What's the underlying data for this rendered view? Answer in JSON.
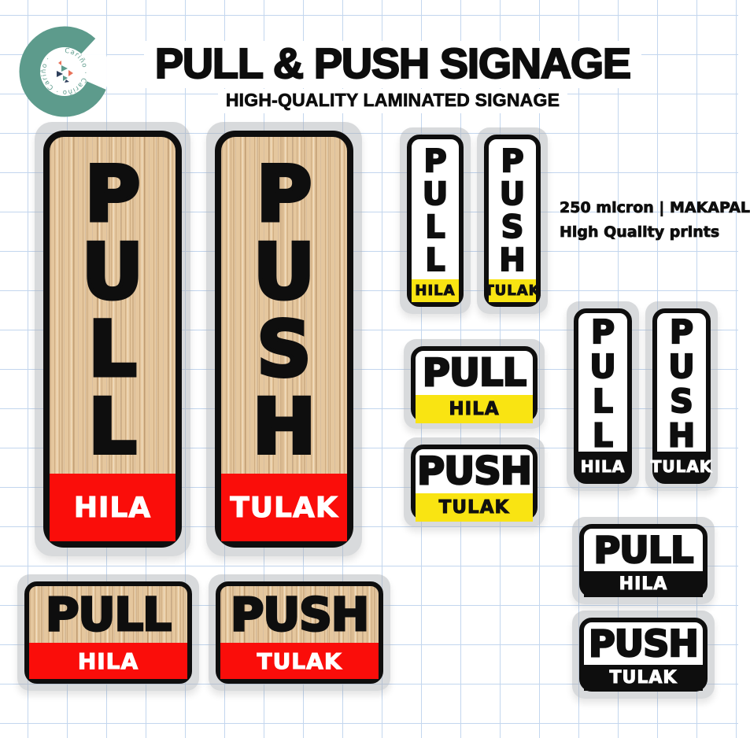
{
  "header": {
    "title": "PULL & PUSH SIGNAGE",
    "subtitle": "HIGH-QUALITY LAMINATED SIGNAGE"
  },
  "logo": {
    "ring_text": "Cariño · Cariño · Cariño ·"
  },
  "product_note": {
    "line1": "250 micron | MAKAPAL",
    "line2": "High Quality prints"
  },
  "signs": {
    "wood_vertical_pull": {
      "word": "PULL",
      "sub": "HILA"
    },
    "wood_vertical_push": {
      "word": "PUSH",
      "sub": "TULAK"
    },
    "white_yellow_vertical_pull": {
      "word": "PULL",
      "sub": "HILA"
    },
    "white_yellow_vertical_push": {
      "word": "PUSH",
      "sub": "TULAK"
    },
    "white_yellow_horizontal_pull": {
      "word": "PULL",
      "sub": "HILA"
    },
    "white_yellow_horizontal_push": {
      "word": "PUSH",
      "sub": "TULAK"
    },
    "white_black_vertical_pull": {
      "word": "PULL",
      "sub": "HILA"
    },
    "white_black_vertical_push": {
      "word": "PUSH",
      "sub": "TULAK"
    },
    "wood_horizontal_pull": {
      "word": "PULL",
      "sub": "HILA"
    },
    "wood_horizontal_push": {
      "word": "PUSH",
      "sub": "TULAK"
    },
    "white_black_horizontal_pull": {
      "word": "PULL",
      "sub": "HILA"
    },
    "white_black_horizontal_push": {
      "word": "PUSH",
      "sub": "TULAK"
    }
  },
  "colors": {
    "accent_red": "#FA0D0A",
    "accent_yellow": "#F9E412",
    "wood_tan": "#E5C79E",
    "laminate_gray": "#D2D3D5",
    "grid_blue": "#C3D6EE",
    "text_black": "#0E0E0E",
    "logo_teal": "#5D9B8C",
    "logo_coral": "#E8735A",
    "logo_navy": "#2E3F5C"
  }
}
